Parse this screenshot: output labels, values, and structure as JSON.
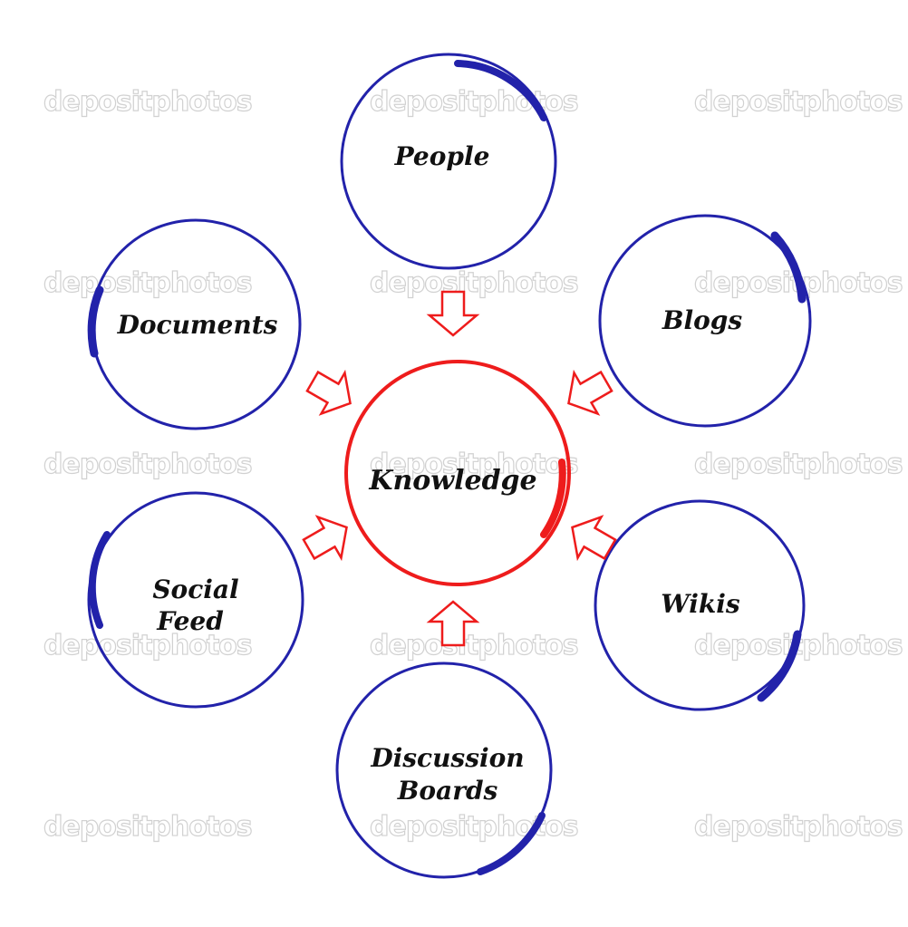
{
  "colors": {
    "outer_circle": "#2222aa",
    "center_circle": "#ee1c1c",
    "arrow": "#ee1c1c",
    "label": "#111111",
    "watermark": "#c9c9c9"
  },
  "center": {
    "label": "Knowledge"
  },
  "nodes": [
    {
      "lines": [
        "People"
      ]
    },
    {
      "lines": [
        "Blogs"
      ]
    },
    {
      "lines": [
        "Wikis"
      ]
    },
    {
      "lines": [
        "Discussion",
        "Boards"
      ]
    },
    {
      "lines": [
        "Social",
        "Feed"
      ]
    },
    {
      "lines": [
        "Documents"
      ]
    }
  ],
  "watermark": {
    "text": "depositphotos"
  }
}
